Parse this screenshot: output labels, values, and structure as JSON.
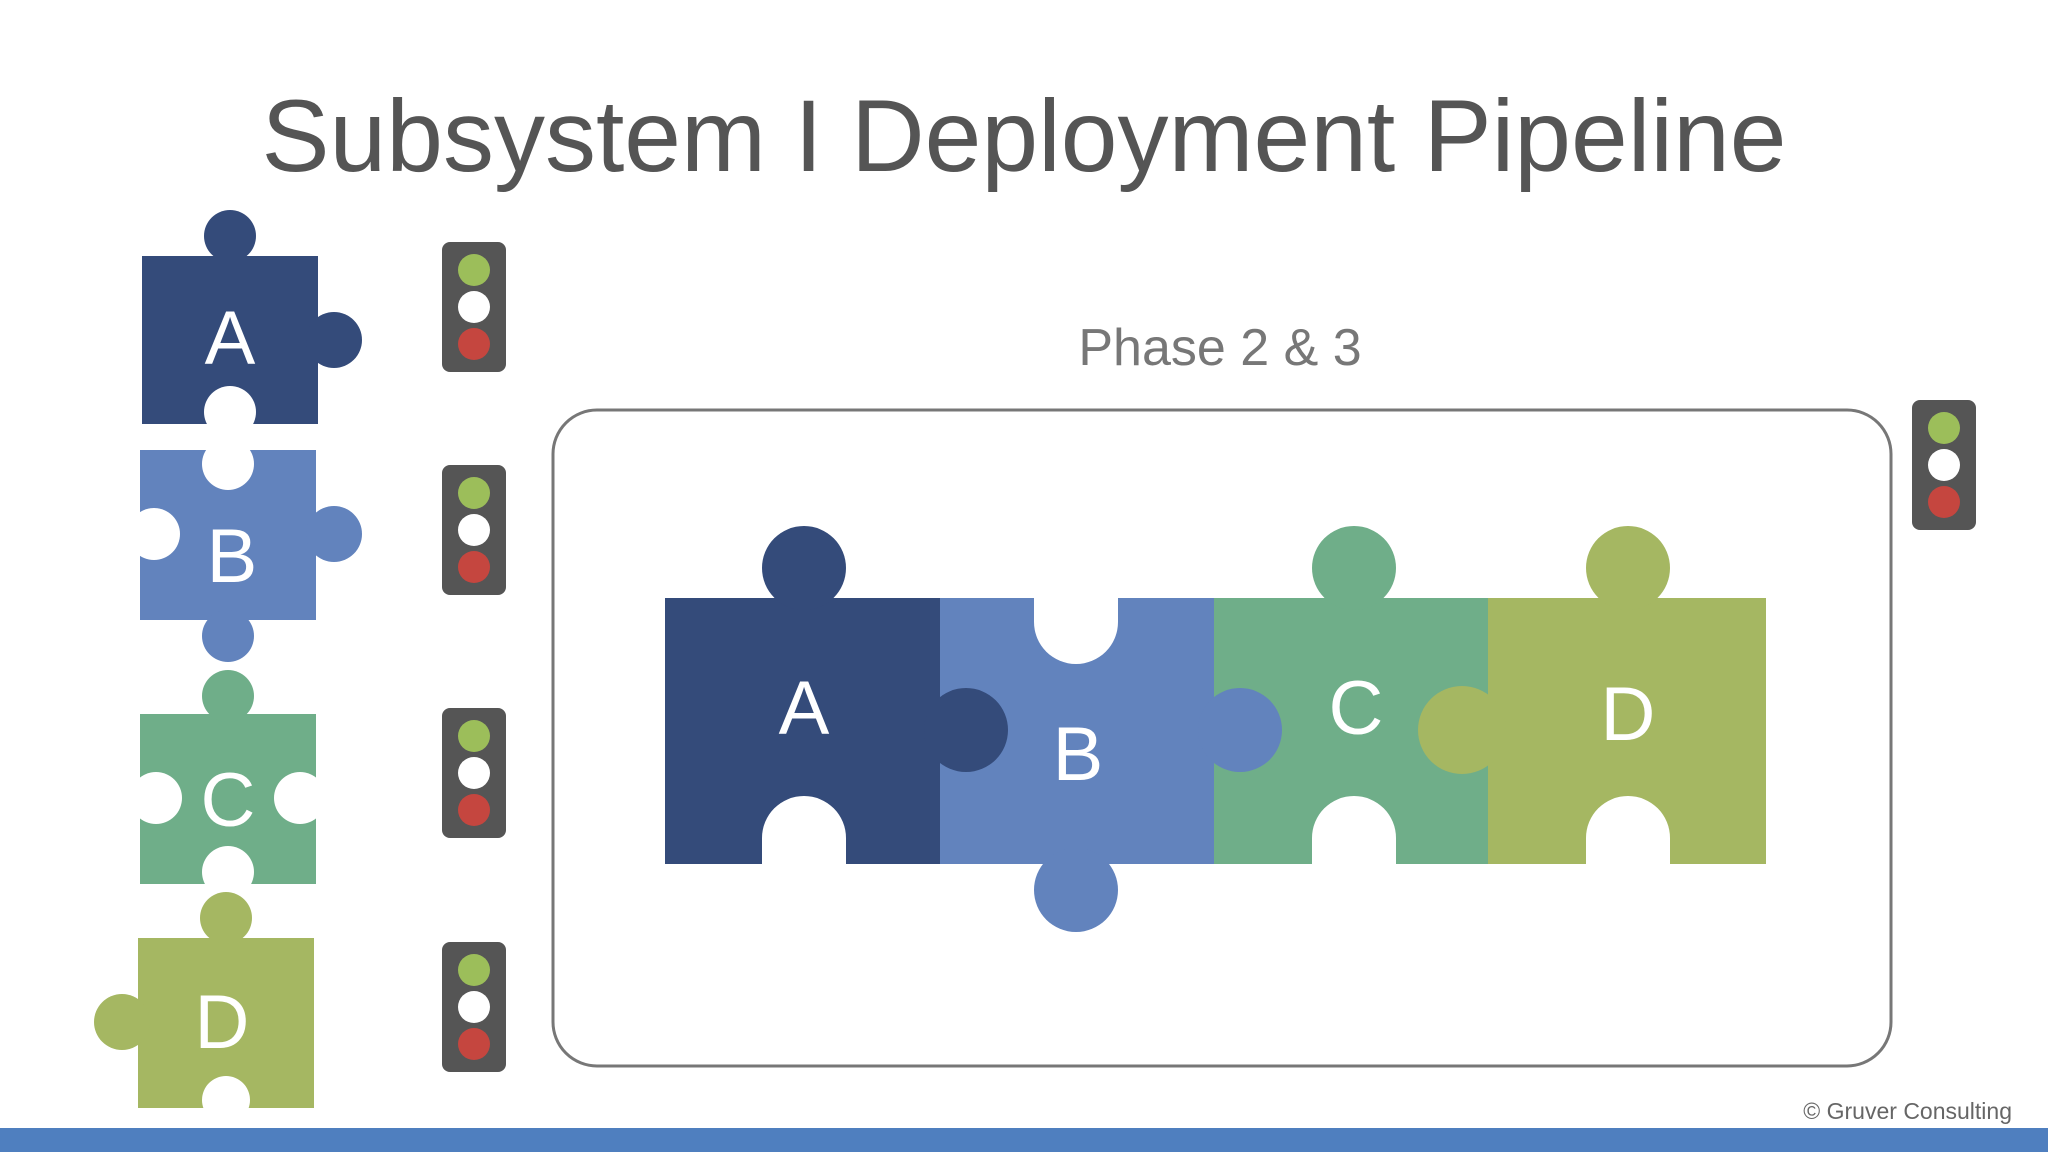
{
  "title": "Subsystem I Deployment Pipeline",
  "phase_label": "Phase 2 & 3",
  "copyright": "© Gruver Consulting",
  "colors": {
    "a": "#344b7a",
    "b": "#6283bd",
    "c": "#6fae89",
    "d": "#a5b762",
    "light_green": "#9cbe5a",
    "light_white": "#ffffff",
    "light_red": "#c5463f",
    "light_housing": "#555555",
    "frame": "#777777",
    "bar": "#4f7fbf"
  },
  "pieces": {
    "a": "A",
    "b": "B",
    "c": "C",
    "d": "D"
  }
}
